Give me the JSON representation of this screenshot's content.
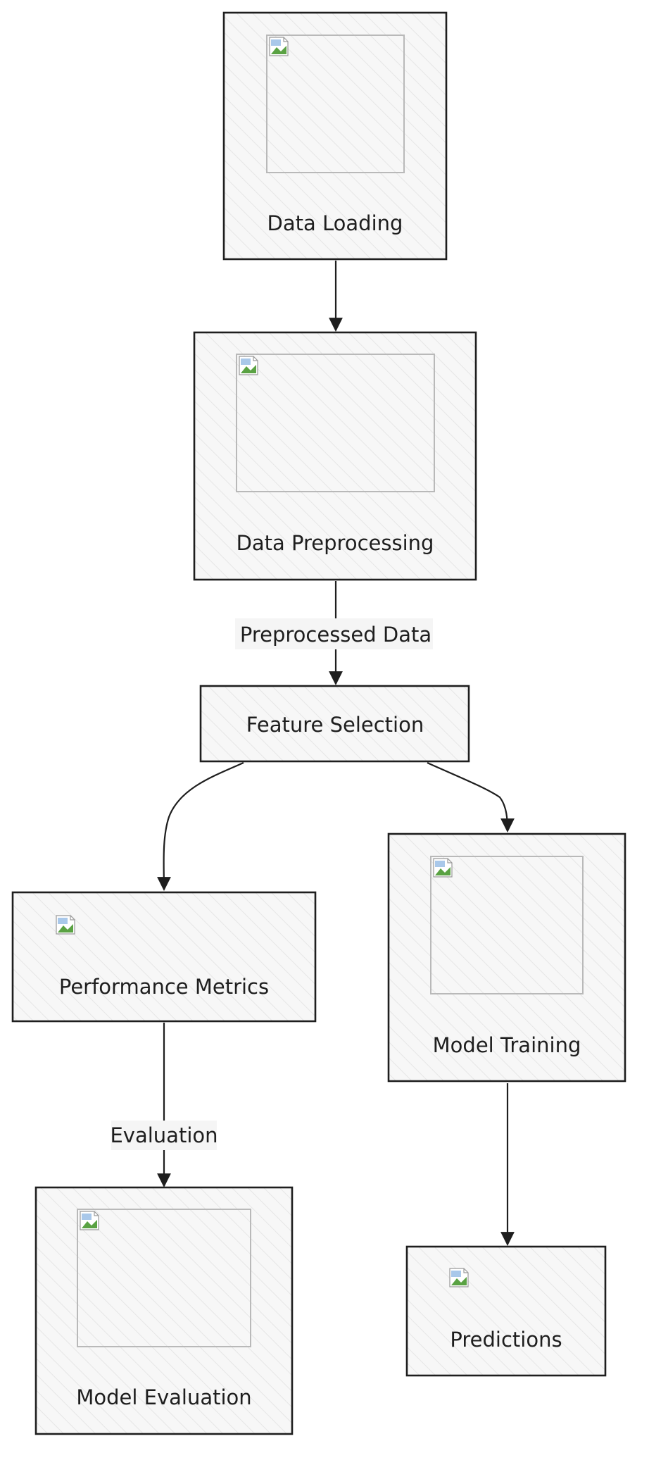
{
  "nodes": {
    "data_loading": {
      "label": "Data Loading"
    },
    "data_preprocessing": {
      "label": "Data Preprocessing"
    },
    "feature_selection": {
      "label": "Feature Selection"
    },
    "performance_metrics": {
      "label": "Performance Metrics"
    },
    "model_training": {
      "label": "Model Training"
    },
    "model_evaluation": {
      "label": "Model Evaluation"
    },
    "predictions": {
      "label": "Predictions"
    }
  },
  "edges": {
    "preprocessed_data": {
      "label": "Preprocessed Data"
    },
    "evaluation": {
      "label": "Evaluation"
    }
  },
  "icons": {
    "broken_image": "broken-image-icon"
  },
  "colors": {
    "stroke": "#1e1e1e",
    "fill": "#f7f7f7",
    "hatch": "#e4e4e4"
  }
}
